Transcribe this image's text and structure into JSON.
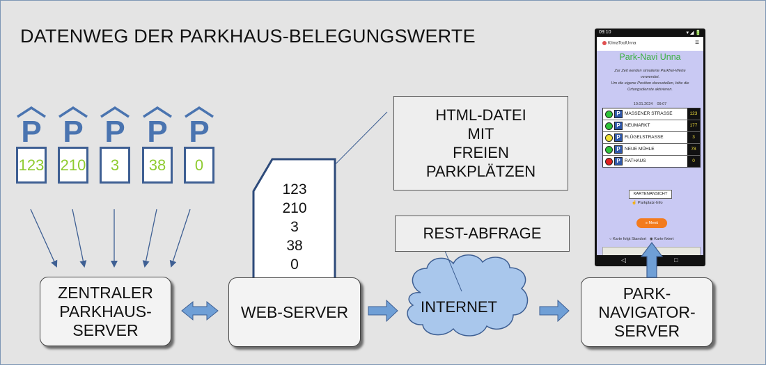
{
  "title": "DATENWEG DER PARKHAUS-BELEGUNGSWERTE",
  "parking_garages": [
    {
      "letter": "P",
      "value": "123"
    },
    {
      "letter": "P",
      "value": "210"
    },
    {
      "letter": "P",
      "value": "3"
    },
    {
      "letter": "P",
      "value": "38"
    },
    {
      "letter": "P",
      "value": "0"
    }
  ],
  "html_note": {
    "line1": "HTML-DATEI",
    "line2": "MIT",
    "line3": "FREIEN",
    "line4": "PARKPLÄTZEN"
  },
  "document_values": [
    "123",
    "210",
    "3",
    "38",
    "0"
  ],
  "rest_note": "REST-ABFRAGE",
  "central_server": {
    "line1": "ZENTRALER",
    "line2": "PARKHAUS-",
    "line3": "SERVER"
  },
  "web_server": "WEB-SERVER",
  "internet": "INTERNET",
  "navigator_server": {
    "line1": "PARK-",
    "line2": "NAVIGATOR-",
    "line3": "SERVER"
  },
  "phone": {
    "status_time": "09:10",
    "status_icons": "▾ ◢ 🔋",
    "logo": "KlimaToolUnna",
    "menu_icon": "≡",
    "title": "Park-Navi Unna",
    "info_line1": "Zur Zeit werden simulierte Parkfrei-Werte",
    "info_line2": "verwendet.",
    "info_line3": "Um die eigene Position darzustellen, bitte die",
    "info_line4": "Ortungsdienste aktivieren.",
    "date": "10.01.2024",
    "time": "09:07",
    "rows": [
      {
        "name": "MASSENER STRASSE",
        "value": "123",
        "light": "#2fc43a"
      },
      {
        "name": "NEUMARKT",
        "value": "177",
        "light": "#2fc43a"
      },
      {
        "name": "FLÜGELSTRASSE",
        "value": "3",
        "light": "#f2e236"
      },
      {
        "name": "NEUE MÜHLE",
        "value": "78",
        "light": "#2fc43a"
      },
      {
        "name": "RATHAUS",
        "value": "0",
        "light": "#e02020"
      }
    ],
    "map_button": "KARTENANSICHT",
    "parkplatz_info": "Parkplatz-Info",
    "menu_button": "≡ Menü",
    "radio_1": "Karte folgt Standort",
    "radio_2": "Karte fixiert",
    "nav_back": "◁",
    "nav_home": "○",
    "nav_recent": "□"
  },
  "colors": {
    "background": "#e4e4e4",
    "parking_blue": "#4a74b0",
    "value_green": "#8ecb2f",
    "arrow_blue": "#6f9fd6",
    "cloud": "#a9c7ec"
  }
}
